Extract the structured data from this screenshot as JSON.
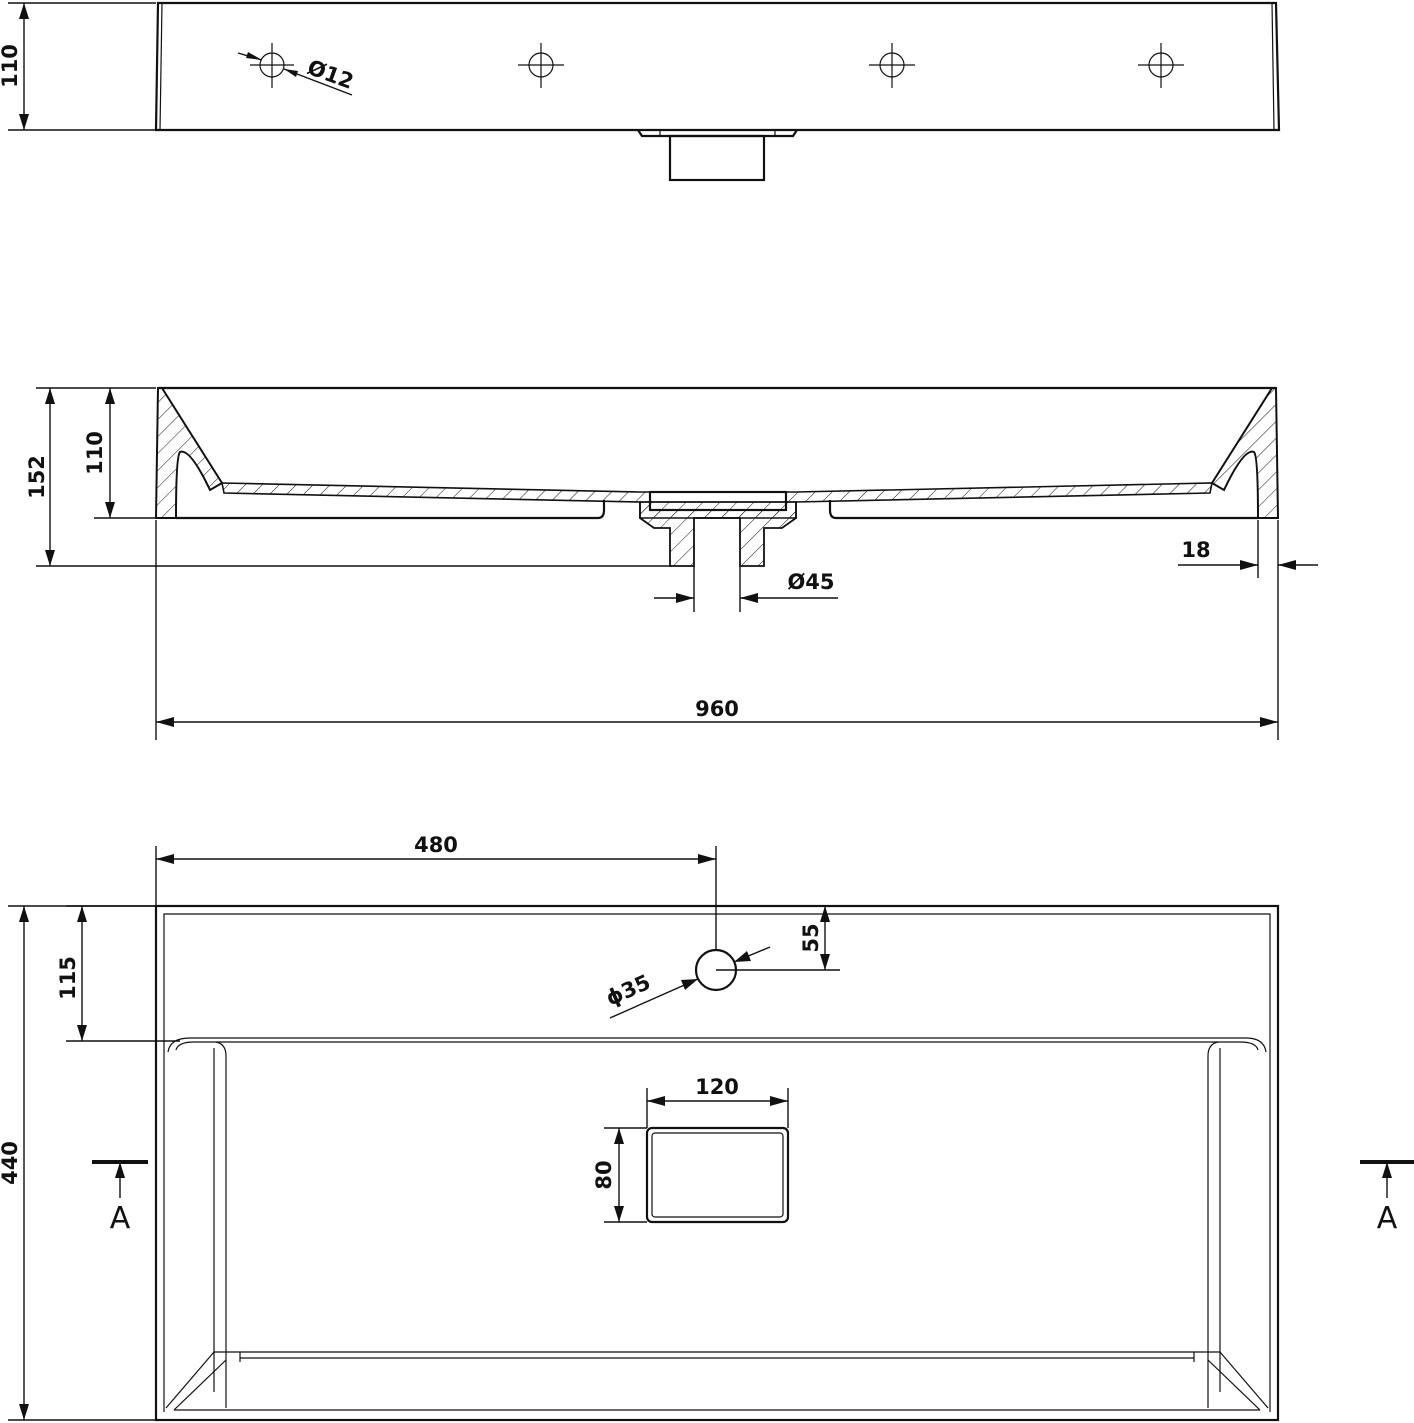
{
  "dimensions": {
    "top_view_height": "110",
    "tap_hole_diameter": "Ø12",
    "total_height": "152",
    "basin_depth": "110",
    "wall_thickness": "18",
    "drain_diameter": "Ø45",
    "width": "960",
    "tap_hole_offset": "480",
    "overflow_offset": "55",
    "rim_depth": "115",
    "depth": "440",
    "overflow_diameter": "ϕ35",
    "drain_cover_width": "120",
    "drain_cover_height": "80"
  },
  "section_marker": {
    "left": "A",
    "right": "A"
  },
  "colors": {
    "line": "#111111",
    "background": "#ffffff"
  }
}
